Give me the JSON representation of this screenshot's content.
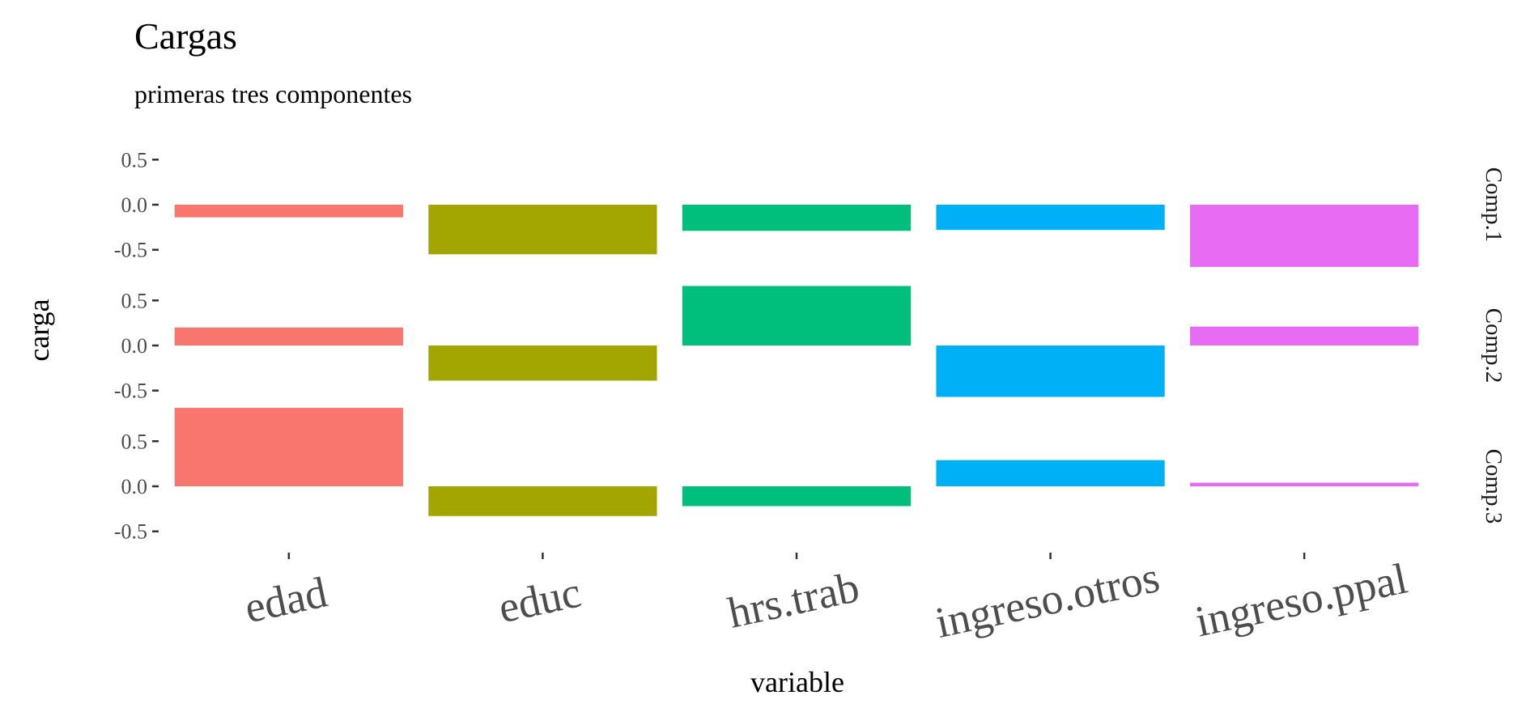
{
  "chart_data": {
    "type": "bar",
    "title": "Cargas",
    "subtitle": "primeras tres componentes",
    "xlabel": "variable",
    "ylabel": "carga",
    "categories": [
      "edad",
      "educ",
      "hrs.trab",
      "ingreso.otros",
      "ingreso.ppal"
    ],
    "colors": [
      "#F8766D",
      "#A3A500",
      "#00BF7D",
      "#00B0F6",
      "#E76BF3"
    ],
    "ylim": [
      -0.7,
      0.7
    ],
    "yticks": [
      0.5,
      0.0,
      -0.5
    ],
    "ytick_labels": [
      "0.5",
      "0.0",
      "-0.5"
    ],
    "grid": false,
    "legend": "none",
    "facets": [
      {
        "name": "Comp.1",
        "values": [
          -0.14,
          -0.55,
          -0.29,
          -0.28,
          -0.69
        ]
      },
      {
        "name": "Comp.2",
        "values": [
          0.2,
          -0.39,
          0.66,
          -0.57,
          0.21
        ]
      },
      {
        "name": "Comp.3",
        "values": [
          0.87,
          -0.33,
          -0.22,
          0.29,
          0.04
        ]
      }
    ]
  }
}
